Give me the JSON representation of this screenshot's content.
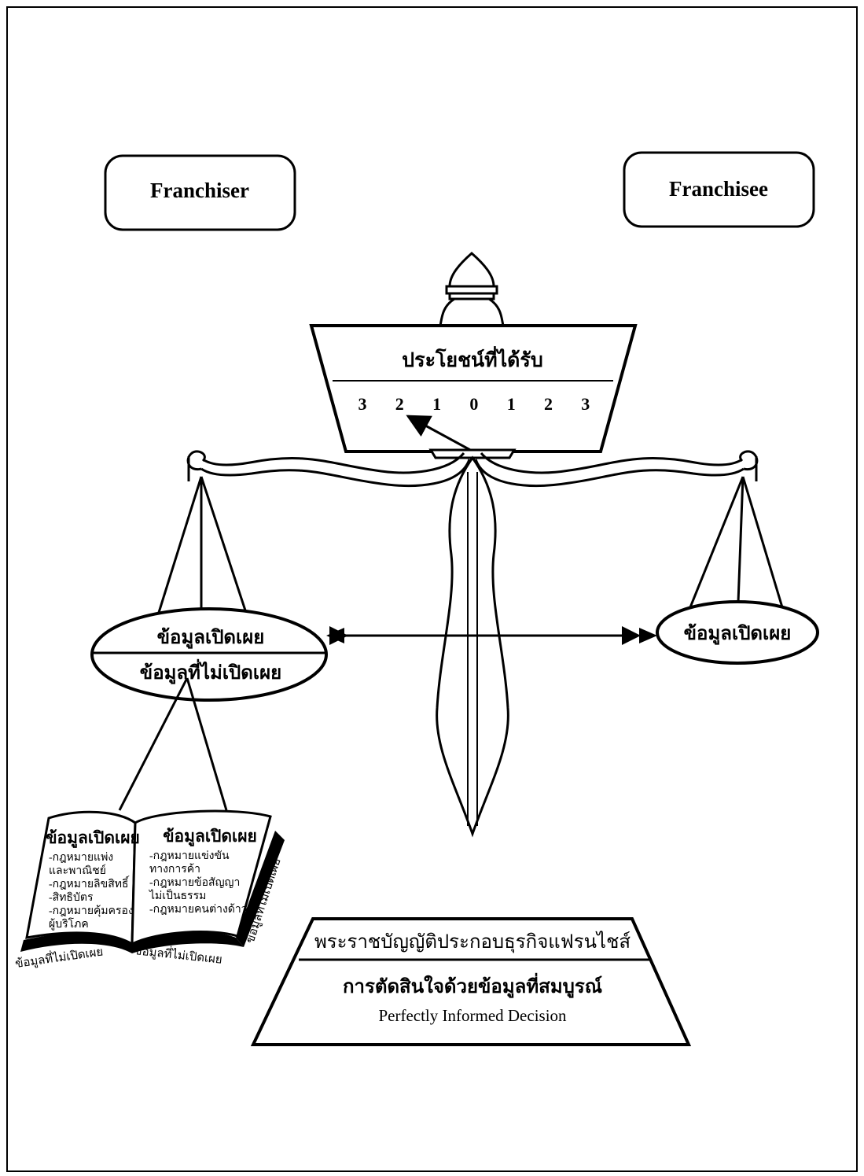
{
  "parties": {
    "left": "Franchiser",
    "right": "Franchisee"
  },
  "beam_box": {
    "title": "ประโยชน์ที่ได้รับ",
    "scale": [
      "3",
      "2",
      "1",
      "0",
      "1",
      "2",
      "3"
    ]
  },
  "left_pan": {
    "top": "ข้อมูลเปิดเผย",
    "bottom": "ข้อมูลที่ไม่เปิดเผย"
  },
  "right_pan": {
    "label": "ข้อมูลเปิดเผย"
  },
  "book": {
    "left_page": {
      "heading": "ข้อมูลเปิดเผย",
      "lines": [
        "-กฎหมายแพ่ง",
        "และพาณิชย์",
        "-กฎหมายลิขสิทธิ์",
        "-สิทธิบัตร",
        "-กฎหมายคุ้มครอง",
        "ผู้บริโภค"
      ]
    },
    "right_page": {
      "heading": "ข้อมูลเปิดเผย",
      "lines": [
        "-กฎหมายแข่งขัน",
        "ทางการค้า",
        "-กฎหมายข้อสัญญา",
        "ไม่เป็นธรรม",
        "-กฎหมายคนต่างด้าว"
      ]
    },
    "edge_bottom_left": "ข้อมูลที่ไม่เปิดเผย",
    "edge_bottom_right": "ข้อมูลที่ไม่เปิดเผย",
    "edge_side": "ข้อมูลที่ไม่เปิดเผย"
  },
  "base": {
    "act": "พระราชบัญญัติประกอบธุรกิจแฟรนไชส์",
    "decision_th": "การตัดสินใจด้วยข้อมูลที่สมบูรณ์",
    "decision_en": "Perfectly Informed Decision"
  }
}
